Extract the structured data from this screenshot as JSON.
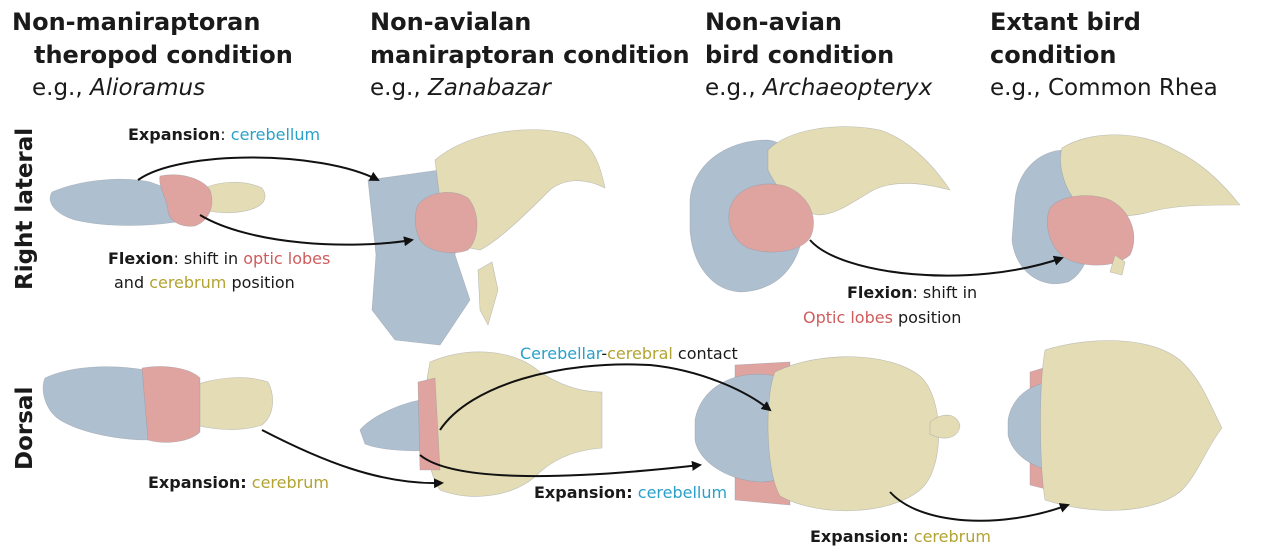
{
  "colors": {
    "cerebellum": "#aebfcf",
    "optic": "#e0a4a0",
    "cerebrum": "#e4dcb4",
    "text_cerebellum": "#2aa0c8",
    "text_optic": "#cf5c5c",
    "text_cerebrum": "#b2a332"
  },
  "columns": [
    {
      "title_1": "Non-maniraptoran",
      "title_2": "theropod condition",
      "eg_prefix": "e.g., ",
      "eg_taxon": "Alioramus"
    },
    {
      "title_1": "Non-avialan",
      "title_2": "maniraptoran condition",
      "eg_prefix": "e.g., ",
      "eg_taxon": "Zanabazar"
    },
    {
      "title_1": "Non-avian",
      "title_2": "bird condition",
      "eg_prefix": "e.g., ",
      "eg_taxon": "Archaeopteryx"
    },
    {
      "title_1": "Extant bird condition",
      "eg_prefix": "e.g., ",
      "eg_taxon": "Common Rhea"
    }
  ],
  "rows": [
    "Right lateral",
    "Dorsal"
  ],
  "annotations": {
    "exp_cerebellum_1": {
      "label": "Expansion",
      "sep": ": ",
      "term": "cerebellum"
    },
    "flexion_1": {
      "label": "Flexion",
      "text1": ": shift in ",
      "term1": "optic lobes",
      "text2": "and ",
      "term2": "cerebrum",
      "text3": " position"
    },
    "flexion_2": {
      "label": "Flexion",
      "text1": ": shift in",
      "term1": "Optic lobes",
      "text2": " position"
    },
    "contact": {
      "term1": "Cerebellar",
      "dash": "-",
      "term2": "cerebral",
      "text": " contact"
    },
    "exp_cerebrum_1": {
      "label": "Expansion:",
      "term": " cerebrum"
    },
    "exp_cerebellum_2": {
      "label": "Expansion:",
      "term": " cerebellum"
    },
    "exp_cerebrum_2": {
      "label": "Expansion:",
      "term": " cerebrum"
    }
  }
}
